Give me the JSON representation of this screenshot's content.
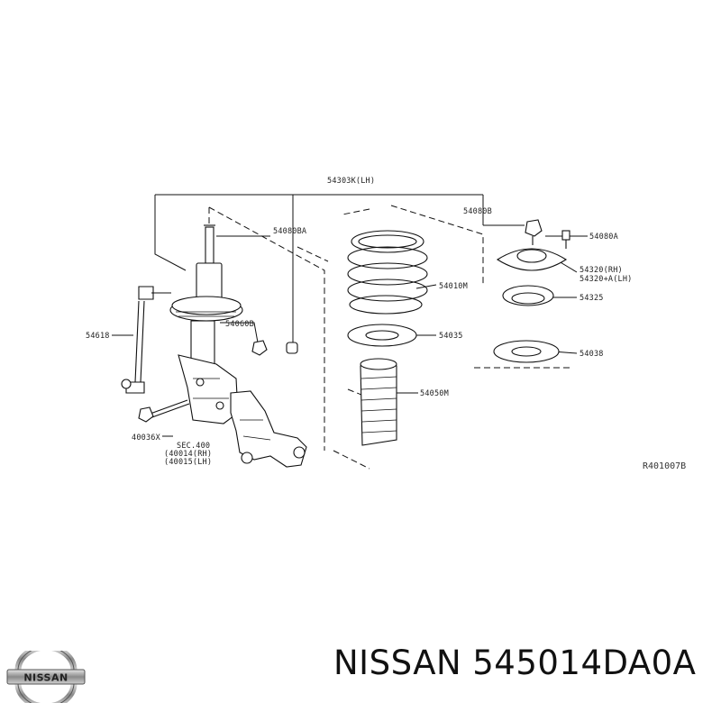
{
  "labels": {
    "strut_assembly": "54303K(LH)",
    "mount_nut_a": "54080BA",
    "stabilizer_link": "54618",
    "link_nut": "54060B",
    "knuckle_bolt": "40036X",
    "section_ref": "SEC.400",
    "knuckle_rh": "(40014(RH)",
    "knuckle_lh": "(40015(LH)",
    "coil_spring": "54010M",
    "spring_seat": "54035",
    "bound_bumper": "54050M",
    "top_nut": "54080B",
    "mount_bolt": "54080A",
    "strut_mount_rh": "54320(RH)",
    "strut_mount_lh": "54320+A(LH)",
    "bearing": "54325",
    "upper_seat": "54038"
  },
  "reference_code": "R401007B",
  "caption": {
    "brand": "NISSAN",
    "part_number": "545014DA0A"
  },
  "logo_text": "NISSAN"
}
